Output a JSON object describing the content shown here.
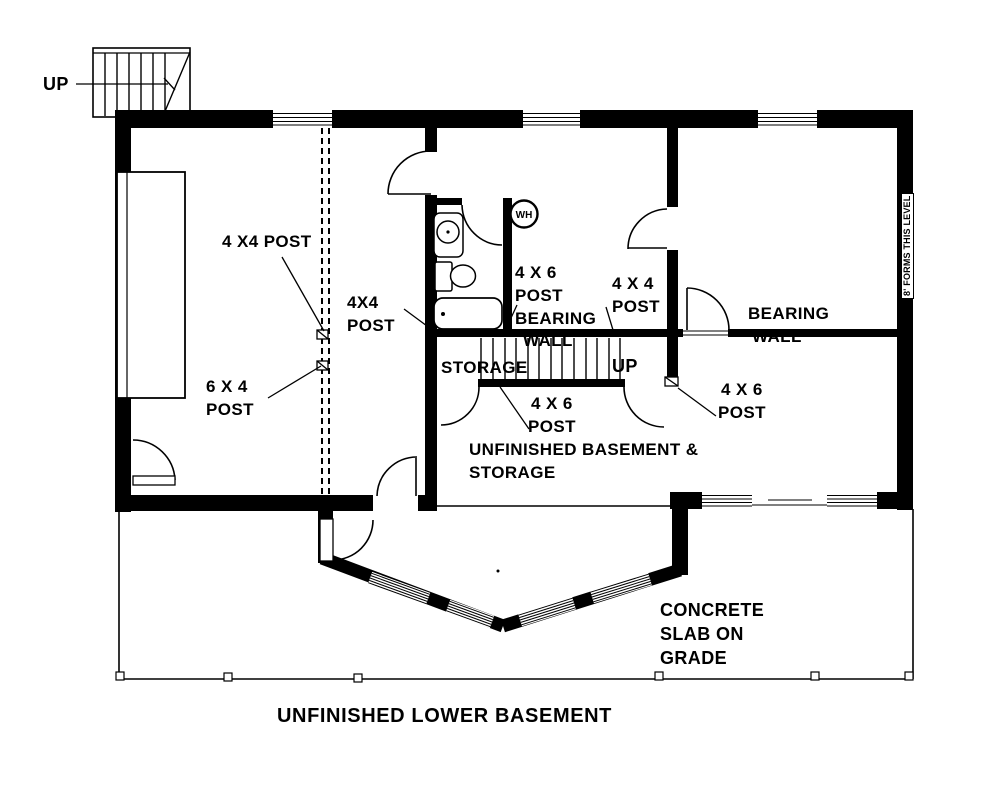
{
  "title": "UNFINISHED LOWER BASEMENT",
  "labels": {
    "exterior_up": "UP",
    "interior_up": "UP",
    "wh": "WH",
    "storage": "STORAGE",
    "post_4x4_left": "4 X4 POST",
    "post_4x4_mid": [
      "4X4",
      "POST"
    ],
    "post_6x4": [
      "6 X 4",
      "POST"
    ],
    "post_4x6_bearing": [
      "4 X 6",
      "POST",
      "BEARING",
      "WALL"
    ],
    "post_4x4_right": [
      "4 X 4",
      "POST"
    ],
    "bearing_wall_right": [
      "BEARING",
      "WALL"
    ],
    "post_4x6_center": [
      "4 X 6",
      "POST"
    ],
    "unfinished_basement": [
      "UNFINISHED BASEMENT &",
      "STORAGE"
    ],
    "post_4x6_right": [
      "4 X 6",
      "POST"
    ],
    "concrete_slab": [
      "CONCRETE",
      "SLAB ON",
      "GRADE"
    ],
    "forms_level": "8' FORMS THIS LEVEL"
  },
  "colors": {
    "ink": "#000000",
    "paper": "#ffffff"
  }
}
